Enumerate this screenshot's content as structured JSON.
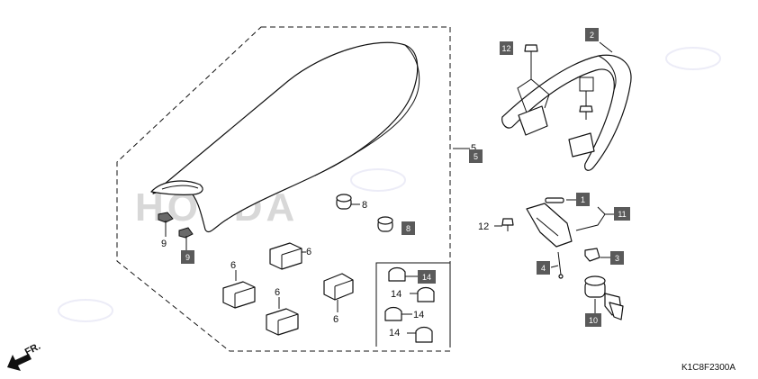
{
  "diagram_code": "K1C8F2300A",
  "direction_label": "FR.",
  "brand_watermark": "HONDA",
  "callouts": {
    "c1": "1",
    "c2": "2",
    "c3": "3",
    "c4": "4",
    "c5_plain": "5",
    "c5_box": "5",
    "c6a": "6",
    "c6b": "6",
    "c6c": "6",
    "c6d": "6",
    "c8_plain": "8",
    "c8_box": "8",
    "c9_plain": "9",
    "c9_box": "9",
    "c10": "10",
    "c11": "11",
    "c12_top": "12",
    "c12_plain": "12",
    "c14_box": "14",
    "c14a": "14",
    "c14b": "14",
    "c14c": "14"
  },
  "colors": {
    "label_box": "#5a5a5a",
    "outline": "#111111",
    "watermark_logo": "#e0e0e0"
  },
  "watermark_icon": "moto-logo-watermark"
}
